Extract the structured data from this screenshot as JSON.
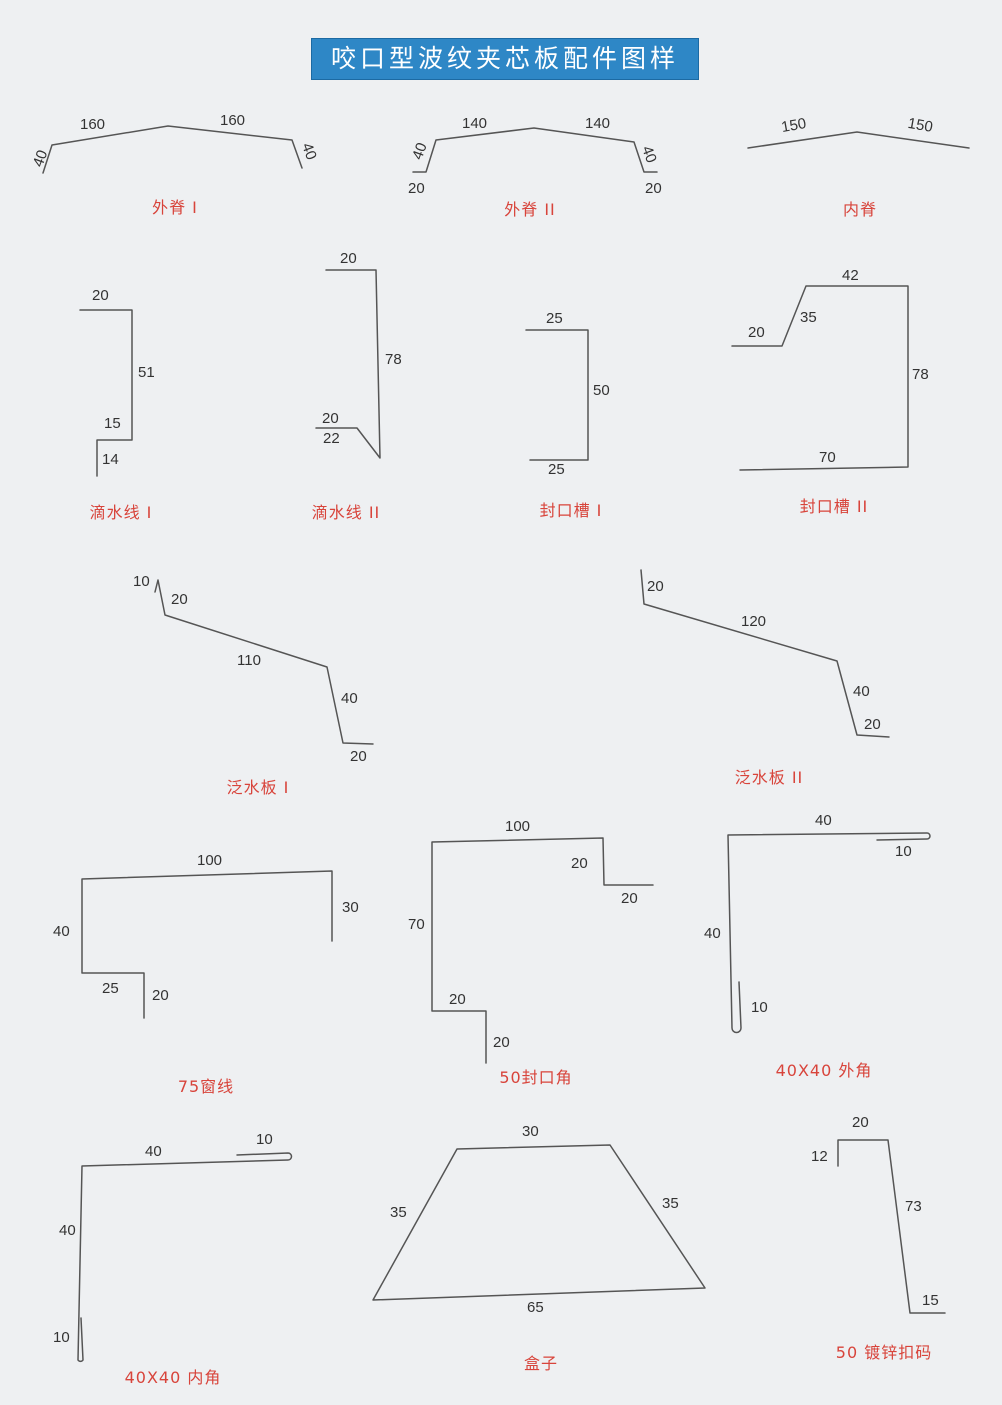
{
  "title": "咬口型波纹夹芯板配件图样",
  "parts": [
    {
      "name": "外脊 I",
      "dims": [
        "40",
        "160",
        "160",
        "40"
      ]
    },
    {
      "name": "外脊 II",
      "dims": [
        "40",
        "140",
        "140",
        "40",
        "20",
        "20"
      ]
    },
    {
      "name": "内脊",
      "dims": [
        "150",
        "150"
      ]
    },
    {
      "name": "滴水线 I",
      "dims": [
        "20",
        "51",
        "15",
        "14"
      ]
    },
    {
      "name": "滴水线 II",
      "dims": [
        "20",
        "78",
        "20",
        "22"
      ]
    },
    {
      "name": "封口槽 I",
      "dims": [
        "25",
        "50",
        "25"
      ]
    },
    {
      "name": "封口槽 II",
      "dims": [
        "20",
        "35",
        "42",
        "78",
        "70"
      ]
    },
    {
      "name": "泛水板 I",
      "dims": [
        "10",
        "20",
        "110",
        "40",
        "20"
      ]
    },
    {
      "name": "泛水板 II",
      "dims": [
        "20",
        "120",
        "40",
        "20"
      ]
    },
    {
      "name": "75窗线",
      "dims": [
        "100",
        "30",
        "40",
        "25",
        "20"
      ]
    },
    {
      "name": "50封口角",
      "dims": [
        "100",
        "20",
        "20",
        "70",
        "20",
        "20"
      ]
    },
    {
      "name": "40X40 外角",
      "dims": [
        "40",
        "10",
        "40",
        "10"
      ]
    },
    {
      "name": "40X40 内角",
      "dims": [
        "40",
        "10",
        "40",
        "10"
      ]
    },
    {
      "name": "盒子",
      "dims": [
        "30",
        "35",
        "35",
        "65"
      ]
    },
    {
      "name": "50 镀锌扣码",
      "dims": [
        "12",
        "20",
        "73",
        "15"
      ]
    }
  ]
}
